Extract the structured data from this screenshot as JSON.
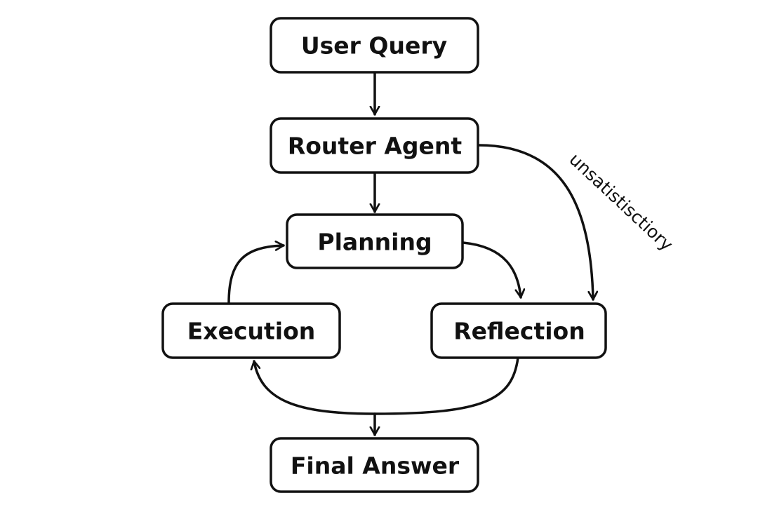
{
  "nodes": {
    "user_query": "User Query",
    "router_agent": "Router Agent",
    "planning": "Planning",
    "execution": "Execution",
    "reflection": "Reflection",
    "final_answer": "Final Answer"
  },
  "edge_labels": {
    "router_to_reflection": "unsatistisctiory"
  },
  "colors": {
    "stroke": "#111111",
    "background": "#ffffff"
  }
}
